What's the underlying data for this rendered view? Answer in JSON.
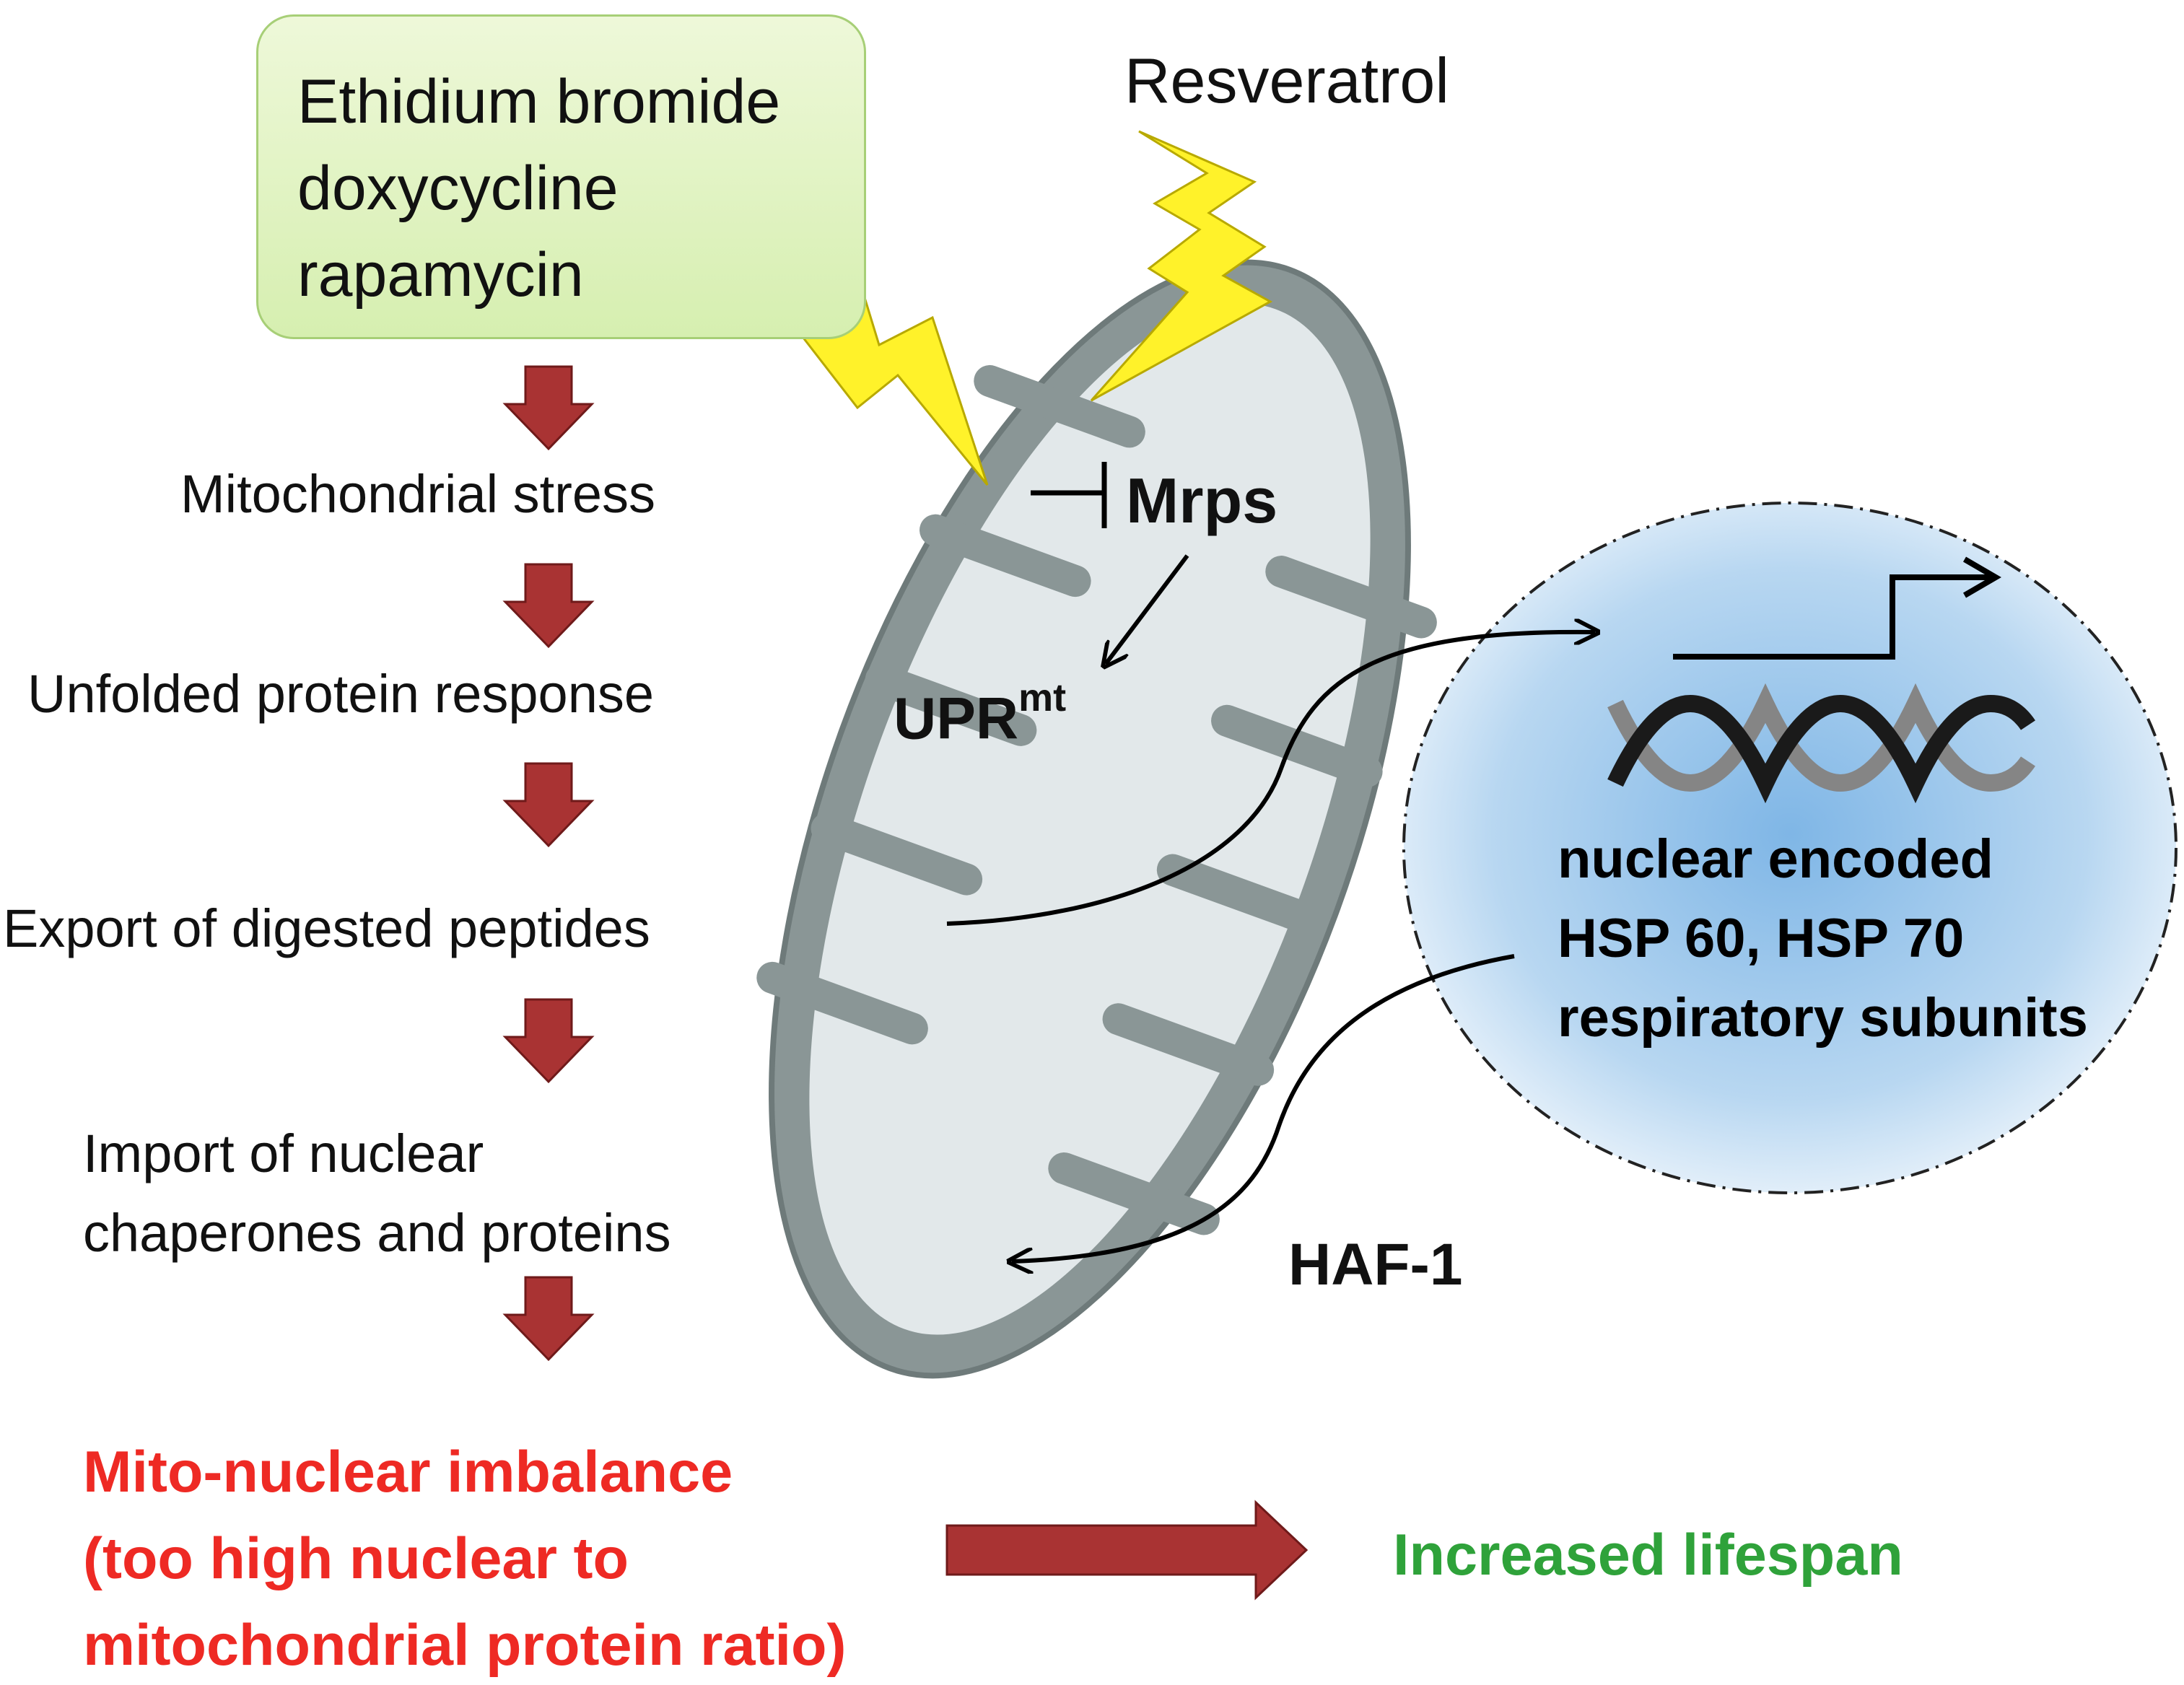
{
  "drugs": {
    "line1": "Ethidium bromide",
    "line2": "doxycycline",
    "line3": "rapamycin"
  },
  "resveratrol": "Resveratrol",
  "pathway_steps": {
    "step1": "Mitochondrial stress",
    "step2": "Unfolded protein response",
    "step3": "Export of digested peptides",
    "step4_line1": "Import of nuclear",
    "step4_line2": "chaperones and proteins"
  },
  "mitochondrion": {
    "mrps": "Mrps",
    "upr": "UPR",
    "upr_sup": "mt"
  },
  "nucleus": {
    "line1": "nuclear encoded",
    "line2": "HSP 60, HSP 70",
    "line3": "respiratory subunits"
  },
  "haf1": "HAF-1",
  "outcome": {
    "line1": "Mito-nuclear imbalance",
    "line2": "(too high nuclear to",
    "line3": "mitochondrial protein ratio)",
    "result": "Increased lifespan"
  },
  "colors": {
    "down_arrow": "#a93333",
    "outcome_red": "#ee2a24",
    "outcome_green": "#2fa23a",
    "lightning": "#fff22a",
    "mito_membrane": "#8a9696",
    "mito_inner": "#e2e8ea",
    "nucleus_fill": "#a4ccec",
    "drug_box_fill": "#dcf1b9"
  }
}
